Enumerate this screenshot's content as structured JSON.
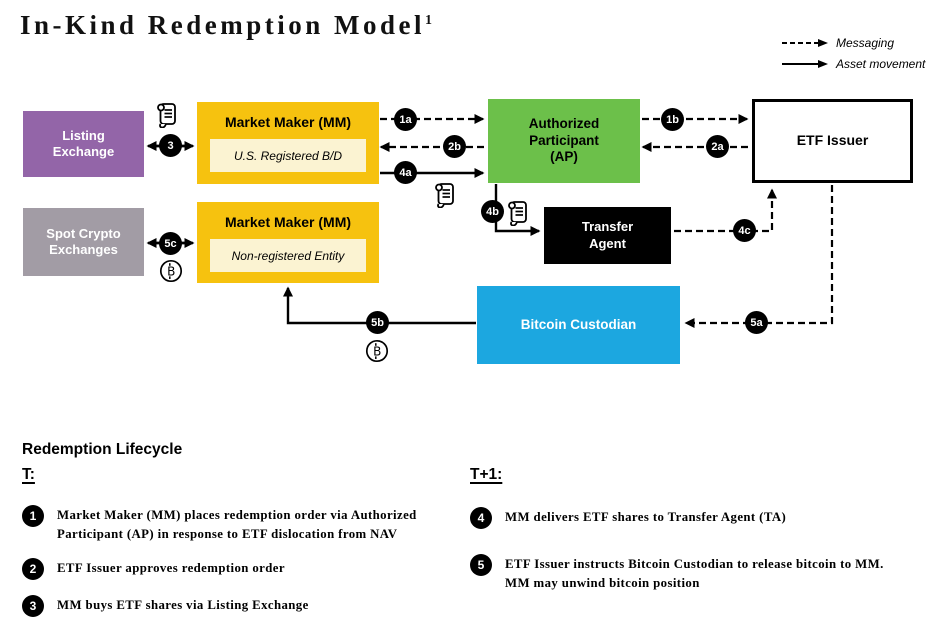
{
  "title": {
    "text": "In-Kind Redemption Model",
    "footnote_marker": "1"
  },
  "legend": {
    "messaging": "Messaging",
    "asset_movement": "Asset movement"
  },
  "colors": {
    "listing_exchange_purple": "#9365A8",
    "market_maker_yellow": "#F6C20F",
    "market_maker_inner_cream": "#FBF3D2",
    "authorized_participant_green": "#6CC04A",
    "spot_crypto_gray": "#A29CA5",
    "bitcoin_custodian_blue": "#1CA7E0",
    "transfer_agent_black": "#000000"
  },
  "nodes": {
    "listing_exchange": {
      "label": "Listing Exchange"
    },
    "mm_registered": {
      "title": "Market Maker (MM)",
      "subtitle": "U.S. Registered B/D"
    },
    "authorized_participant": {
      "label": "Authorized Participant (AP)"
    },
    "etf_issuer": {
      "label": "ETF Issuer"
    },
    "spot_crypto": {
      "label": "Spot Crypto Exchanges"
    },
    "mm_nonregistered": {
      "title": "Market Maker (MM)",
      "subtitle": "Non-registered Entity"
    },
    "transfer_agent": {
      "label": "Transfer Agent"
    },
    "bitcoin_custodian": {
      "label": "Bitcoin Custodian"
    }
  },
  "badges": {
    "b1a": "1a",
    "b1b": "1b",
    "b2a": "2a",
    "b2b": "2b",
    "b3": "3",
    "b4a": "4a",
    "b4b": "4b",
    "b4c": "4c",
    "b5a": "5a",
    "b5b": "5b",
    "b5c": "5c"
  },
  "icons": {
    "share_certificate": "scroll-certificate",
    "bitcoin": "bitcoin-coin"
  },
  "lifecycle": {
    "heading": "Redemption Lifecycle",
    "columns": [
      {
        "label": "T:",
        "steps": [
          {
            "num": "1",
            "text": "Market Maker (MM) places redemption order via Authorized Participant (AP) in response to ETF dislocation from NAV"
          },
          {
            "num": "2",
            "text": "ETF Issuer approves redemption order"
          },
          {
            "num": "3",
            "text": "MM buys ETF shares via Listing Exchange"
          }
        ]
      },
      {
        "label": "T+1:",
        "steps": [
          {
            "num": "4",
            "text": "MM delivers ETF shares to Transfer Agent (TA)"
          },
          {
            "num": "5",
            "text": "ETF Issuer instructs Bitcoin Custodian to release bitcoin to MM. MM may unwind bitcoin position"
          }
        ]
      }
    ]
  }
}
